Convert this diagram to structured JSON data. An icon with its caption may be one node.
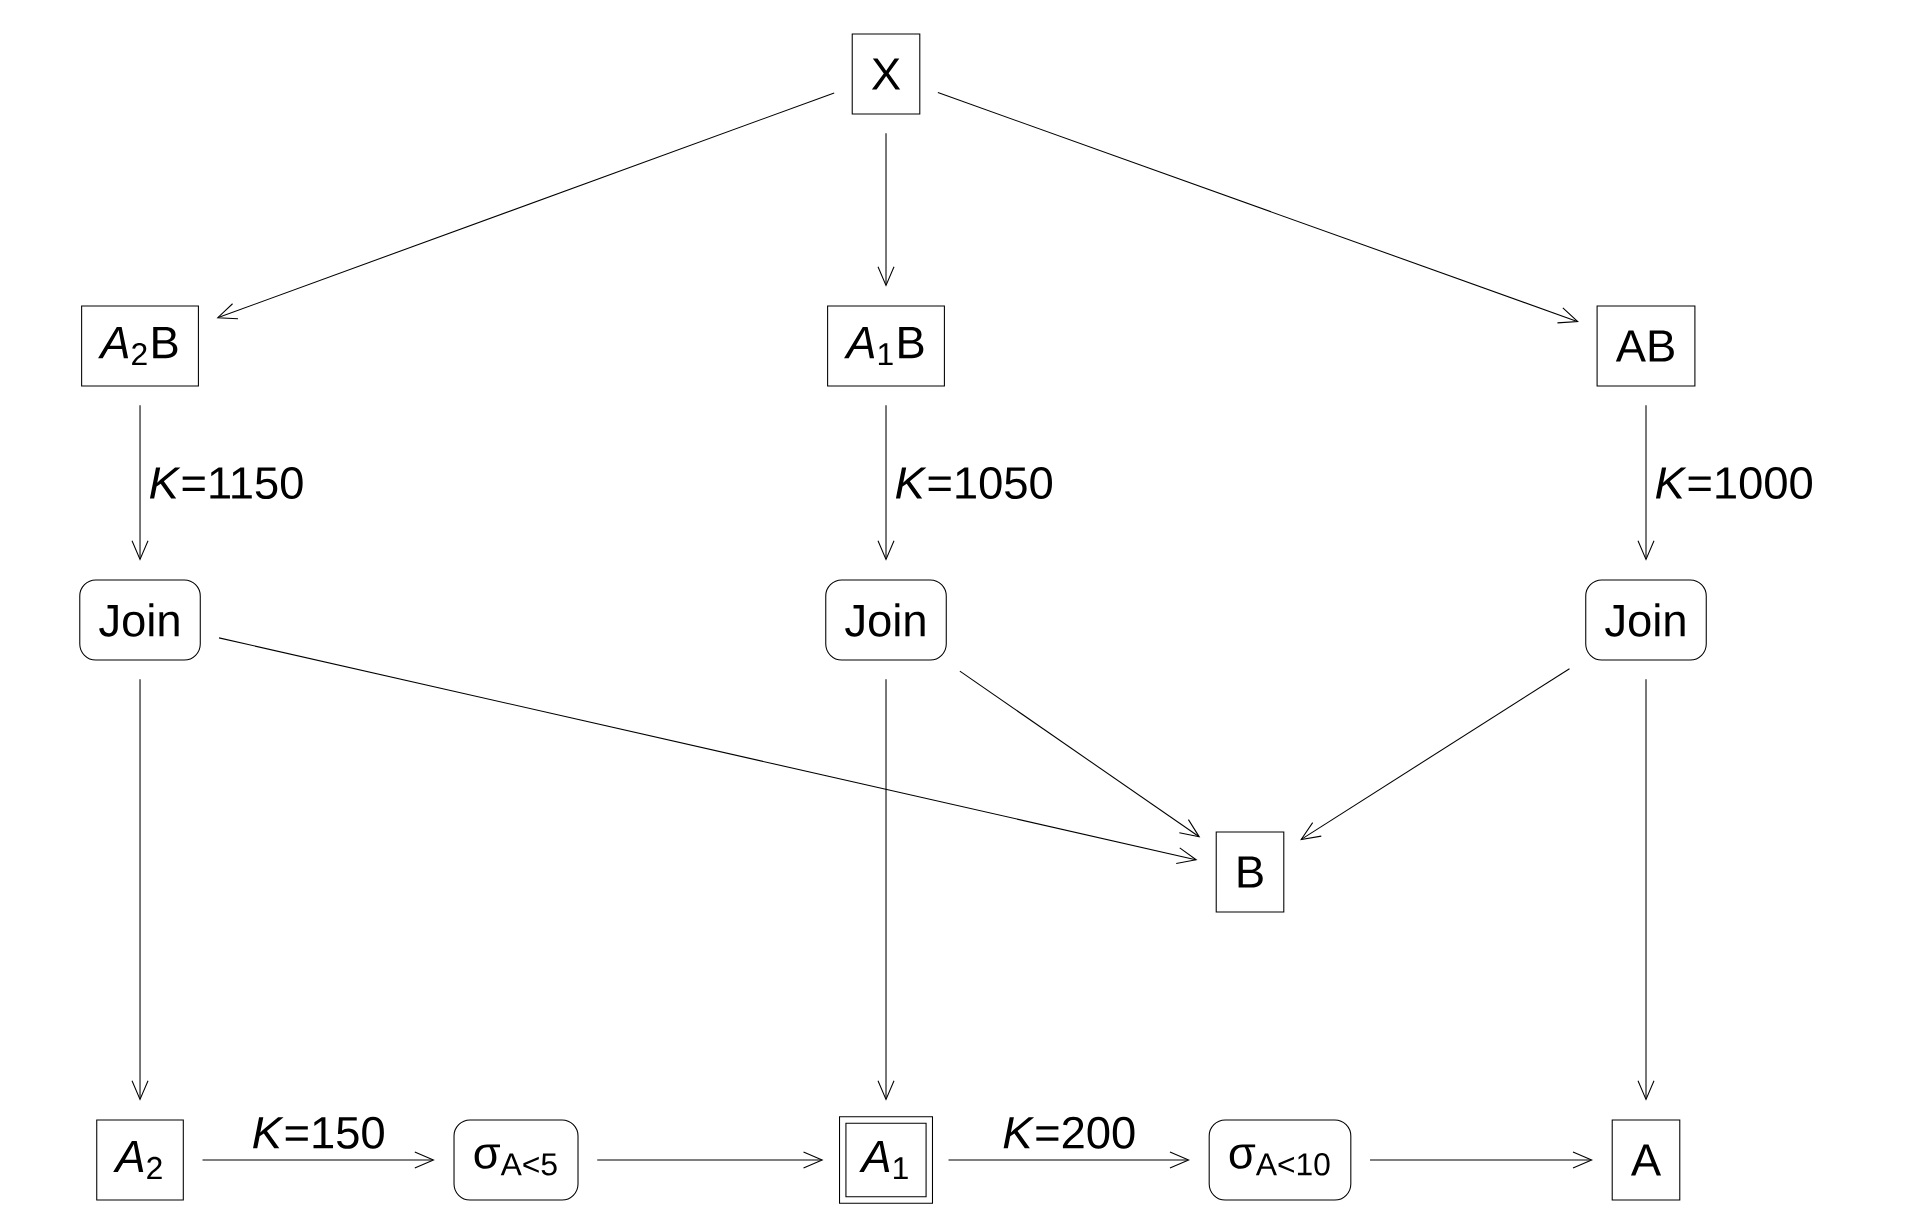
{
  "diagram": {
    "nodes": [
      {
        "text": [
          "X"
        ]
      },
      {
        "text": [
          "*A*$_{2}$B"
        ]
      },
      {
        "text": [
          "*A*$_{1}$B"
        ]
      },
      {
        "text": [
          "AB"
        ]
      },
      {
        "text": [
          "Join"
        ]
      },
      {
        "text": [
          "Join"
        ]
      },
      {
        "text": [
          "Join"
        ]
      },
      {
        "text": [
          "B"
        ]
      },
      {
        "text": [
          "*A*$_{2}$"
        ]
      },
      {
        "text": [
          "σ$_{A<5}$"
        ]
      },
      {
        "text": [
          "*A*$_{1}$"
        ]
      },
      {
        "text": [
          "σ$_{A<10}$"
        ]
      },
      {
        "text": [
          "A"
        ]
      }
    ],
    "edges": [
      {
        "from": 0,
        "to": 1,
        "arrow": "to"
      },
      {
        "from": 0,
        "to": 2,
        "arrow": "to"
      },
      {
        "from": 0,
        "to": 3,
        "arrow": "to"
      },
      {
        "from": 1,
        "to": 4,
        "arrow": "to",
        "label": "*K*=1150"
      },
      {
        "from": 2,
        "to": 5,
        "arrow": "to",
        "label": "*K*=1050"
      },
      {
        "from": 3,
        "to": 6,
        "arrow": "to",
        "label": "*K*=1000"
      },
      {
        "from": 4,
        "to": 7,
        "arrow": "to"
      },
      {
        "from": 5,
        "to": 7,
        "arrow": "to"
      },
      {
        "from": 6,
        "to": 7,
        "arrow": "to"
      },
      {
        "from": 4,
        "to": 8,
        "arrow": "to"
      },
      {
        "from": 5,
        "to": 10,
        "arrow": "to"
      },
      {
        "from": 6,
        "to": 12,
        "arrow": "to"
      },
      {
        "from": 8,
        "to": 9,
        "arrow": "to",
        "label": "*K*=150"
      },
      {
        "from": 9,
        "to": 10,
        "arrow": "to"
      },
      {
        "from": 10,
        "to": 11,
        "arrow": "to",
        "label": "*K*=200"
      },
      {
        "from": 11,
        "to": 12,
        "arrow": "to"
      }
    ]
  }
}
